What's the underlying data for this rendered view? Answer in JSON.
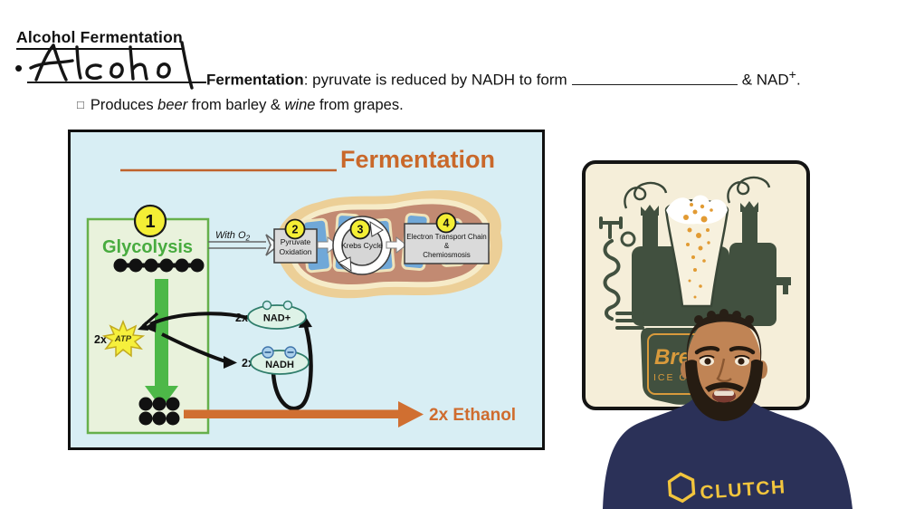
{
  "page": {
    "title": "Alcohol Fermentation"
  },
  "bullet": {
    "marker": "•",
    "handwritten": "Alcohol",
    "term": "Fermentation",
    "after_term": ": pyruvate is reduced by NADH to form",
    "tail": "& NAD",
    "tail_sup": "+",
    "tail_period": "."
  },
  "subbullet": {
    "marker": "□",
    "pre": "Produces",
    "italic1": "beer",
    "mid": "from barley &",
    "italic2": "wine",
    "post": "from grapes."
  },
  "diagram": {
    "title": "Fermentation",
    "with_o2": "With O",
    "with_o2_sub": "2",
    "step1": {
      "num": "1",
      "label": "Glycolysis"
    },
    "step2": {
      "num": "2",
      "line1": "Pyruvate",
      "line2": "Oxidation"
    },
    "step3": {
      "num": "3",
      "label": "Krebs Cycle"
    },
    "step4": {
      "num": "4",
      "line1": "Electron Transport Chain",
      "line2": "&",
      "line3": "Chemiosmosis"
    },
    "atp_mult": "2x",
    "atp": "ATP",
    "nad_mult": "2x",
    "nad": "NAD+",
    "nadh_mult": "2x",
    "nadh": "NADH",
    "ethanol": "2x Ethanol"
  },
  "illustration": {
    "badge_line1": "Bre",
    "badge_line2": "ICE C"
  },
  "person": {
    "shirt_text": "CLUTCH"
  },
  "colors": {
    "accent_orange": "#cc6a2b",
    "diagram_bg": "#d8eef4",
    "step_yellow": "#f4ee35",
    "glycolysis_green": "#48ab3f",
    "mito_outer": "#eccf97",
    "mito_inner": "#c28a72",
    "cristae_blue": "#70a8d8",
    "shirt_navy": "#2b3158",
    "shirt_text_yellow": "#f2c53d",
    "brew_green": "#41503f",
    "brew_cream": "#f5eed9"
  }
}
